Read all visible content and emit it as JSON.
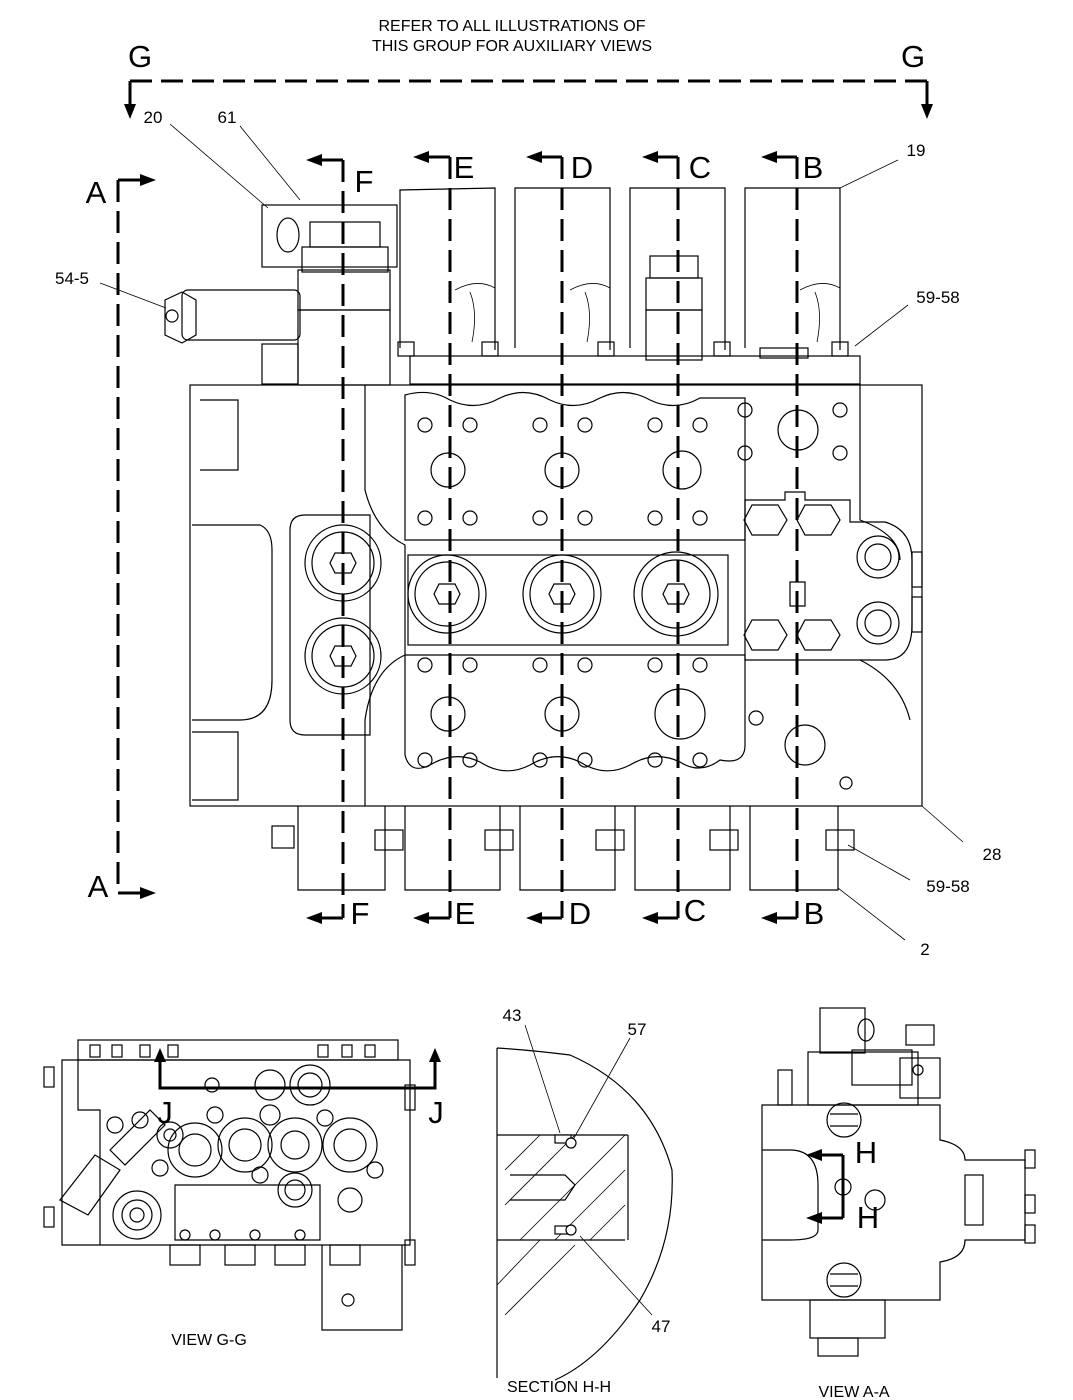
{
  "note": {
    "line1": "REFER TO ALL ILLUSTRATIONS OF",
    "line2": "THIS GROUP FOR AUXILIARY VIEWS"
  },
  "section_letters": {
    "g": "G",
    "a": "A",
    "f": "F",
    "e": "E",
    "d": "D",
    "c": "C",
    "b": "B",
    "j": "J",
    "h": "H"
  },
  "callouts": {
    "c20": "20",
    "c61": "61",
    "c19": "19",
    "c54_5": "54-5",
    "c59_58": "59-58",
    "c28": "28",
    "c2": "2",
    "c43": "43",
    "c57": "57",
    "c47": "47"
  },
  "captions": {
    "view_gg": "VIEW G-G",
    "section_hh": "SECTION H-H",
    "view_aa": "VIEW A-A"
  }
}
